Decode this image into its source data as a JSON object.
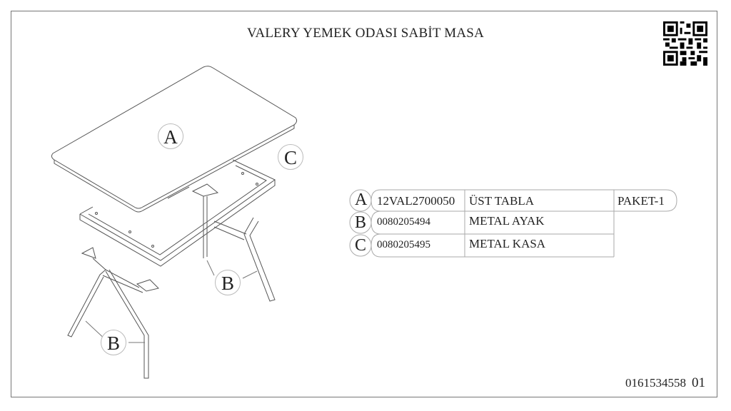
{
  "title": "VALERY YEMEK ODASI SABİT MASA",
  "qr_icon": "qr-code-icon",
  "drawing_labels": {
    "a": "A",
    "b1": "B",
    "b2": "B",
    "c": "C"
  },
  "parts": [
    {
      "letter": "A",
      "code": "12VAL2700050",
      "name": "ÜST TABLA"
    },
    {
      "letter": "B",
      "code": "0080205494",
      "name": "METAL AYAK"
    },
    {
      "letter": "C",
      "code": "0080205495",
      "name": "METAL KASA"
    }
  ],
  "package": "PAKET-1",
  "footer": {
    "doc_number": "0161534558",
    "page": "01"
  }
}
